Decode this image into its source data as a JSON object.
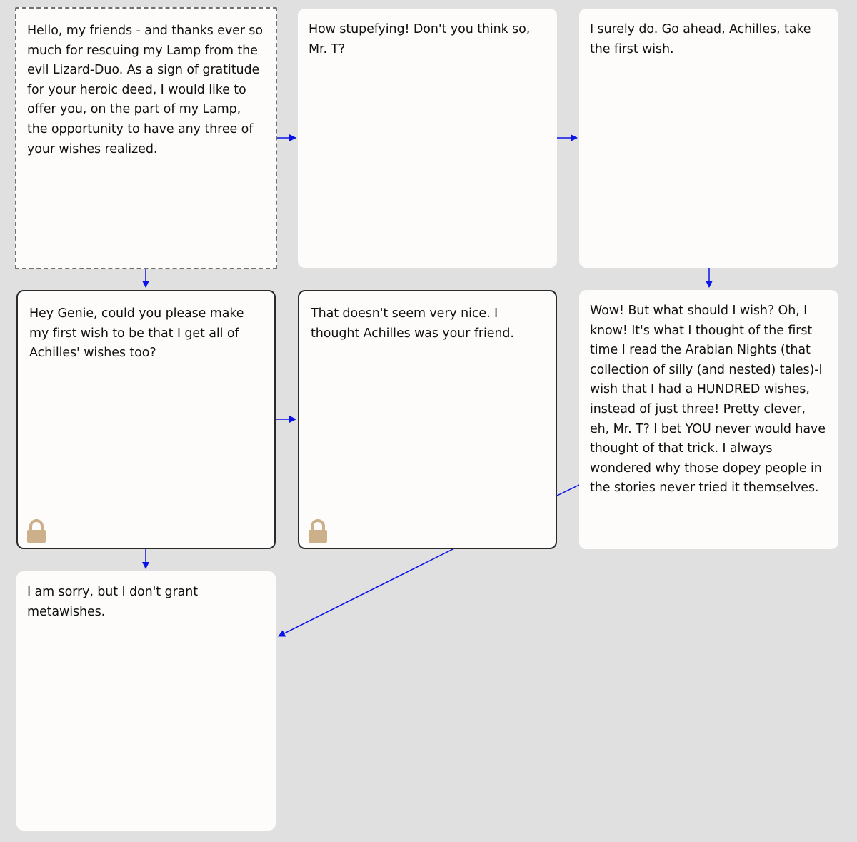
{
  "colors": {
    "background": "#e0e0e0",
    "card": "#fdfcfb",
    "arrow": "#0a14e6",
    "lock": "#cbb08a"
  },
  "passages": [
    {
      "id": "p1",
      "text": "Hello, my friends - and thanks ever so much for rescuing my Lamp from the evil Lizard-Duo. As a sign of gratitude for your heroic deed, I would like to offer you, on the part of my Lamp, the opportunity to have any three of your wishes realized.",
      "selected": true,
      "locked": false
    },
    {
      "id": "p2",
      "text": "How stupefying! Don't you think so, Mr. T?",
      "selected": false,
      "locked": false
    },
    {
      "id": "p3",
      "text": "I surely do. Go ahead, Achilles, take the first wish.",
      "selected": false,
      "locked": false
    },
    {
      "id": "p4",
      "text": "Hey Genie, could you please make my first wish to be that I get all of Achilles' wishes too?",
      "selected": false,
      "locked": true
    },
    {
      "id": "p5",
      "text": "That doesn't seem very nice. I thought Achilles was your friend.",
      "selected": false,
      "locked": true
    },
    {
      "id": "p6",
      "text": "Wow! But what should I wish? Oh, I know! It's what I thought of the first time I read the Arabian Nights (that collection of silly (and nested) tales)-I wish that I had a HUNDRED wishes, instead of just three! Pretty clever, eh, Mr. T? I bet YOU never would have thought of that trick. I always wondered why those dopey people in the stories never tried it themselves.",
      "selected": false,
      "locked": false
    },
    {
      "id": "p7",
      "text": "I am sorry, but I don't grant metawishes.",
      "selected": false,
      "locked": false
    }
  ],
  "links": [
    {
      "from": "p1",
      "to": "p2"
    },
    {
      "from": "p1",
      "to": "p4"
    },
    {
      "from": "p2",
      "to": "p3"
    },
    {
      "from": "p3",
      "to": "p6"
    },
    {
      "from": "p4",
      "to": "p5"
    },
    {
      "from": "p4",
      "to": "p7"
    },
    {
      "from": "p6",
      "to": "p7"
    }
  ]
}
